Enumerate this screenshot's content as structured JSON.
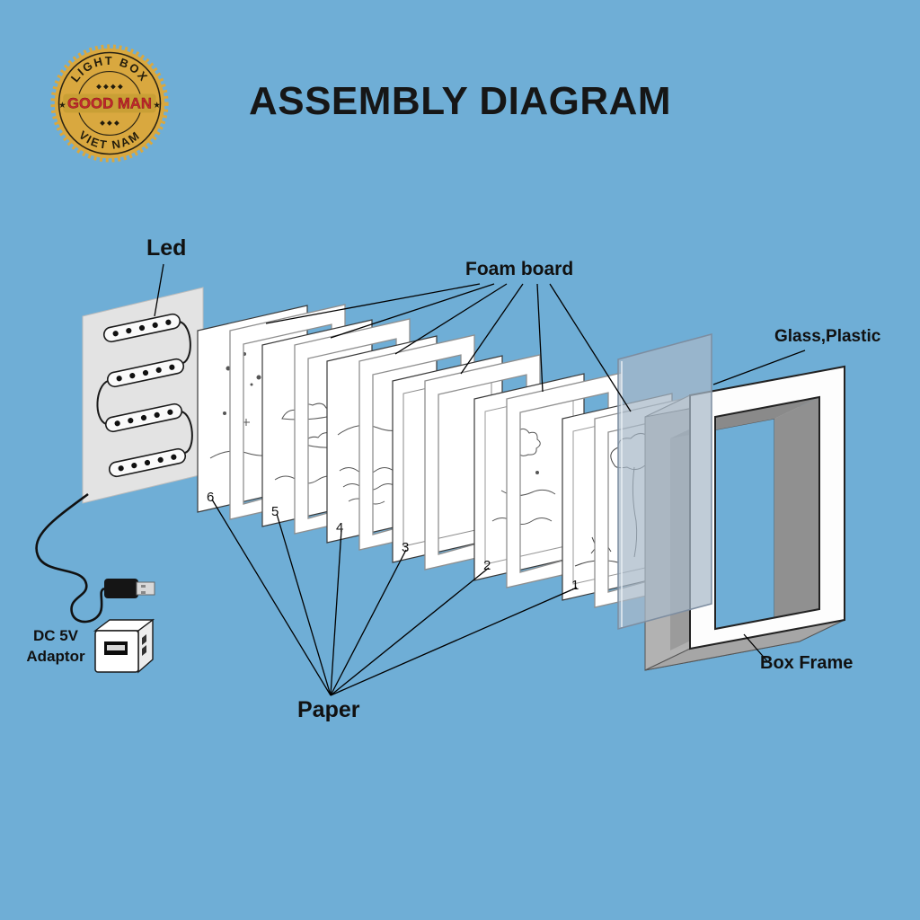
{
  "title": "ASSEMBLY DIAGRAM",
  "logo": {
    "arc_top": "LIGHT BOX",
    "center": "GOOD MAN",
    "arc_bottom": "VIET NAM",
    "stars_top": "◆ ◆ ◆ ◆",
    "stars_bottom": "◆ ◆ ◆",
    "star_left": "★",
    "star_right": "★"
  },
  "labels": {
    "led": "Led",
    "foam_board": "Foam board",
    "glass_plastic": "Glass,Plastic",
    "box_frame": "Box Frame",
    "paper": "Paper",
    "adaptor_line1": "DC 5V",
    "adaptor_line2": "Adaptor"
  },
  "layer_numbers": [
    "6",
    "5",
    "4",
    "3",
    "2",
    "1"
  ],
  "colors": {
    "background": "#6FAED6",
    "logo_gold": "#D9A83F",
    "logo_red": "#C1272D",
    "ink": "#111111"
  }
}
